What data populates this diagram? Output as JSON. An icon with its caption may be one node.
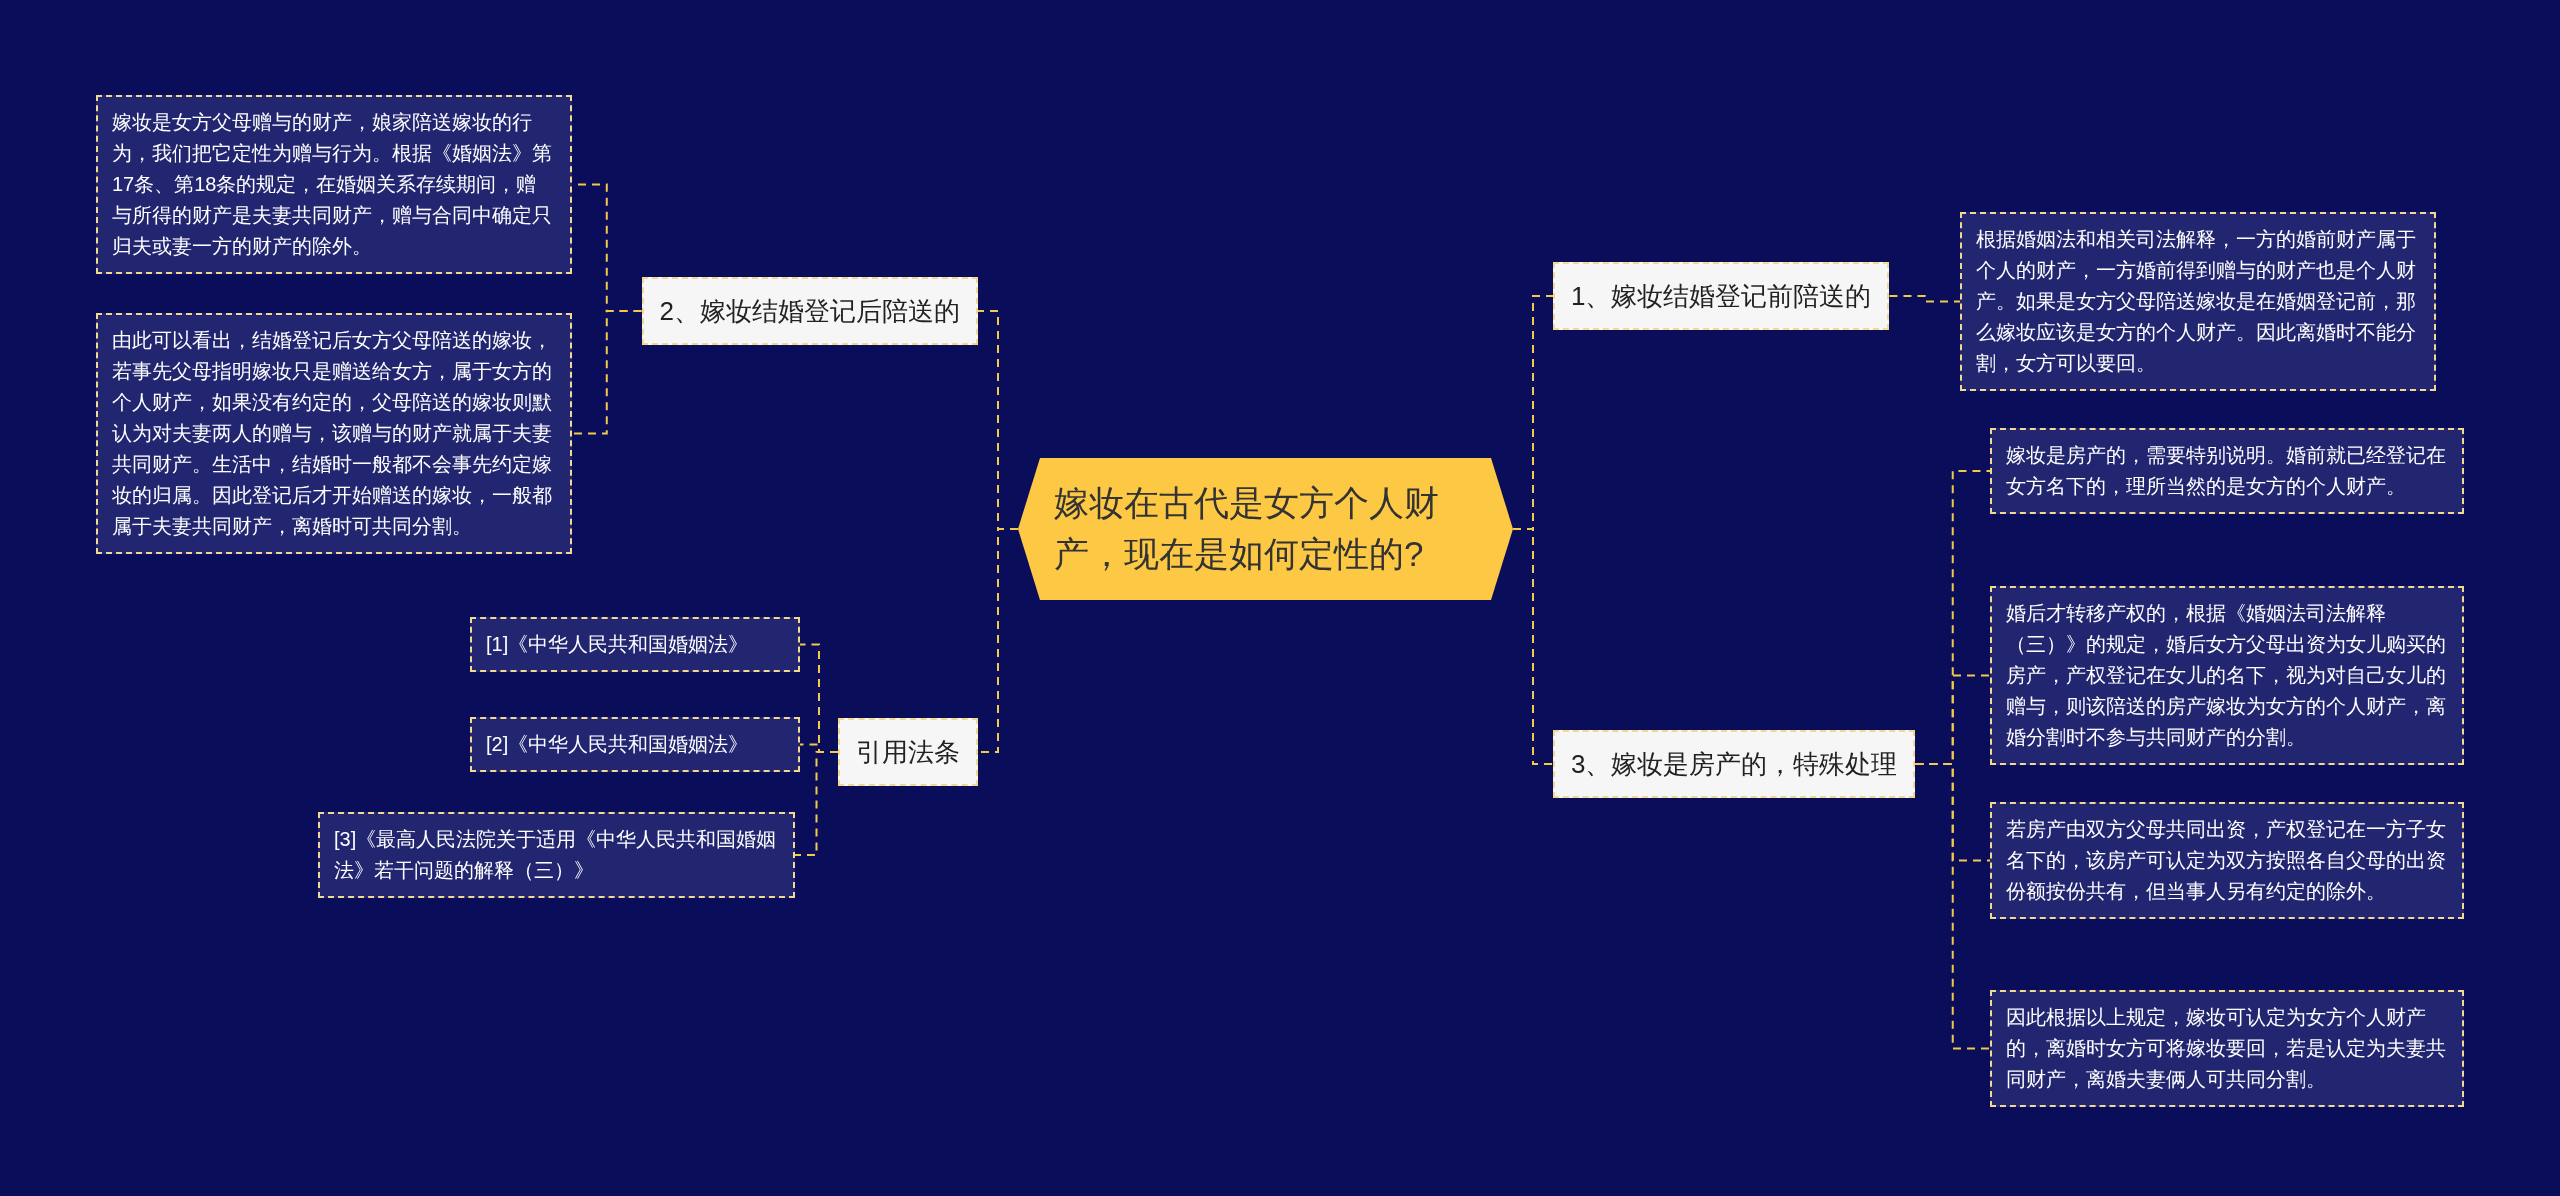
{
  "diagram": {
    "nodes": [
      {
        "text": [
          "嫁妆在古代是女方个人财产，现在是如何定性的?"
        ]
      },
      {
        "text": [
          "2、嫁妆结婚登记后陪送的"
        ]
      },
      {
        "text": [
          "嫁妆是女方父母赠与的财产，娘家陪送嫁妆的行为，我们把它定性为赠与行为。根据《婚姻法》第17条、第18条的规定，在婚姻关系存续期间，赠与所得的财产是夫妻共同财产，赠与合同中确定只归夫或妻一方的财产的除外。"
        ]
      },
      {
        "text": [
          "由此可以看出，结婚登记后女方父母陪送的嫁妆，若事先父母指明嫁妆只是赠送给女方，属于女方的个人财产，如果没有约定的，父母陪送的嫁妆则默认为对夫妻两人的赠与，该赠与的财产就属于夫妻共同财产。生活中，结婚时一般都不会事先约定嫁妆的归属。因此登记后才开始赠送的嫁妆，一般都属于夫妻共同财产，离婚时可共同分割。"
        ]
      },
      {
        "text": [
          "引用法条"
        ]
      },
      {
        "text": [
          "[1]《中华人民共和国婚姻法》"
        ]
      },
      {
        "text": [
          "[2]《中华人民共和国婚姻法》"
        ]
      },
      {
        "text": [
          "[3]《最高人民法院关于适用《中华人民共和国婚姻法》若干问题的解释（三）》"
        ]
      },
      {
        "text": [
          "1、嫁妆结婚登记前陪送的"
        ]
      },
      {
        "text": [
          "根据婚姻法和相关司法解释，一方的婚前财产属于个人的财产，一方婚前得到赠与的财产也是个人财产。如果是女方父母陪送嫁妆是在婚姻登记前，那么嫁妆应该是女方的个人财产。因此离婚时不能分割，女方可以要回。"
        ]
      },
      {
        "text": [
          "3、嫁妆是房产的，特殊处理"
        ]
      },
      {
        "text": [
          "嫁妆是房产的，需要特别说明。婚前就已经登记在女方名下的，理所当然的是女方的个人财产。"
        ]
      },
      {
        "text": [
          "婚后才转移产权的，根据《婚姻法司法解释（三）》的规定，婚后女方父母出资为女儿购买的房产，产权登记在女儿的名下，视为对自己女儿的赠与，则该陪送的房产嫁妆为女方的个人财产，离婚分割时不参与共同财产的分割。"
        ]
      },
      {
        "text": [
          "若房产由双方父母共同出资，产权登记在一方子女名下的，该房产可认定为双方按照各自父母的出资份额按份共有，但当事人另有约定的除外。"
        ]
      },
      {
        "text": [
          "因此根据以上规定，嫁妆可认定为女方个人财产的，离婚时女方可将嫁妆要回，若是认定为夫妻共同财产，离婚夫妻俩人可共同分割。"
        ]
      }
    ],
    "edges": [
      {
        "from": 0,
        "to": 1,
        "arrow": "none",
        "style": "dashed"
      },
      {
        "from": 1,
        "to": 2,
        "arrow": "none",
        "style": "dashed"
      },
      {
        "from": 1,
        "to": 3,
        "arrow": "none",
        "style": "dashed"
      },
      {
        "from": 0,
        "to": 4,
        "arrow": "none",
        "style": "dashed"
      },
      {
        "from": 4,
        "to": 5,
        "arrow": "none",
        "style": "dashed"
      },
      {
        "from": 4,
        "to": 6,
        "arrow": "none",
        "style": "dashed"
      },
      {
        "from": 4,
        "to": 7,
        "arrow": "none",
        "style": "dashed"
      },
      {
        "from": 0,
        "to": 8,
        "arrow": "none",
        "style": "dashed"
      },
      {
        "from": 8,
        "to": 9,
        "arrow": "none",
        "style": "dashed"
      },
      {
        "from": 0,
        "to": 10,
        "arrow": "none",
        "style": "dashed"
      },
      {
        "from": 10,
        "to": 11,
        "arrow": "none",
        "style": "dashed"
      },
      {
        "from": 10,
        "to": 12,
        "arrow": "none",
        "style": "dashed"
      },
      {
        "from": 10,
        "to": 13,
        "arrow": "none",
        "style": "dashed"
      },
      {
        "from": 10,
        "to": 14,
        "arrow": "none",
        "style": "dashed"
      }
    ]
  }
}
